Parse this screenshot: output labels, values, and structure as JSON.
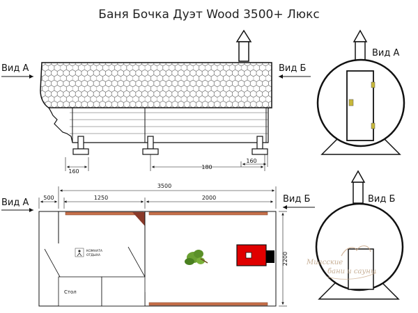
{
  "title": "Баня Бочка Дуэт Wood 3500+ Люкс",
  "views": {
    "vid_a": "Вид А",
    "vid_b": "Вид Б"
  },
  "side_view": {
    "dims": {
      "d160_left": "160",
      "d180": "180",
      "d160_right": "160"
    }
  },
  "plan_view": {
    "dims": {
      "overall_length": "3500",
      "d500": "500",
      "d1250": "1250",
      "d2000": "2000",
      "height": "2200"
    },
    "rooms": {
      "rest_room_line1": "КОМНАТА",
      "rest_room_line2": "ОТДЫХА",
      "table": "Стол"
    }
  },
  "watermark": {
    "line1": "Миасские",
    "line2": "бани и сауны"
  },
  "colors": {
    "bench": "#c8704a",
    "stove": "#e00000",
    "stove_door": "#000000",
    "door_handle": "#c8b83a",
    "corner_shelf": "#8a3a2a",
    "broom": "#6aa032"
  }
}
